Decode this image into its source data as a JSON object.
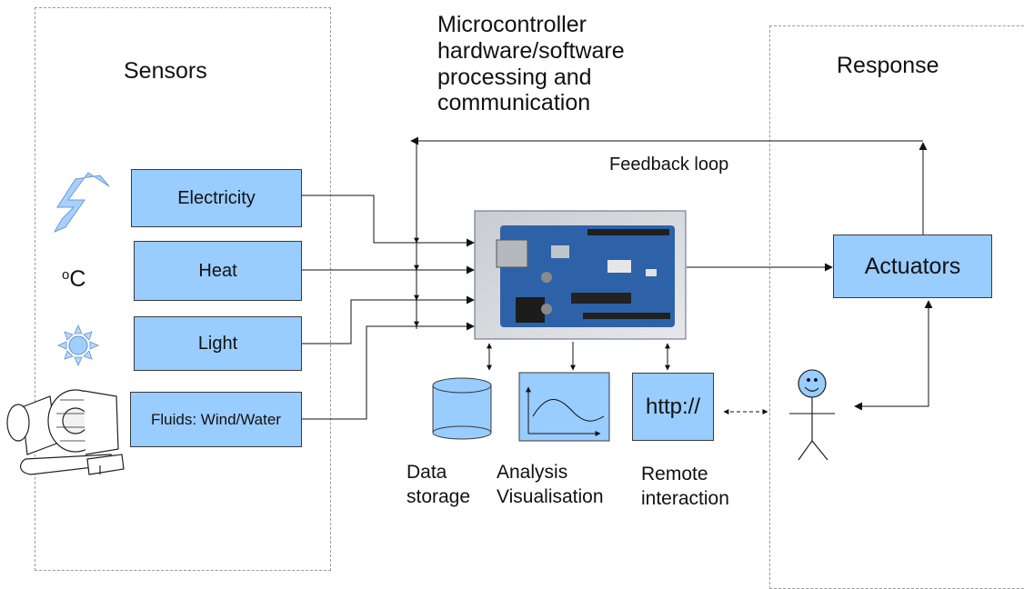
{
  "sections": {
    "sensors": "Sensors",
    "micro": "Microcontroller\nhardware/software\nprocessing and\ncommunication",
    "response": "Response"
  },
  "sensors": {
    "electricity": "Electricity",
    "heat": "Heat",
    "light": "Light",
    "fluids": "Fluids: Wind/Water",
    "celsius_prefix": "o",
    "celsius_unit": "C"
  },
  "feedback": "Feedback loop",
  "actuators": "Actuators",
  "outputs": {
    "http": "http://",
    "data_storage": "Data\nstorage",
    "analysis": "Analysis\nVisualisation",
    "remote": "Remote\ninteraction"
  },
  "colors": {
    "box_fill": "#99ccff",
    "box_stroke": "#3a3a3a",
    "board_blue": "#2d62a8"
  }
}
